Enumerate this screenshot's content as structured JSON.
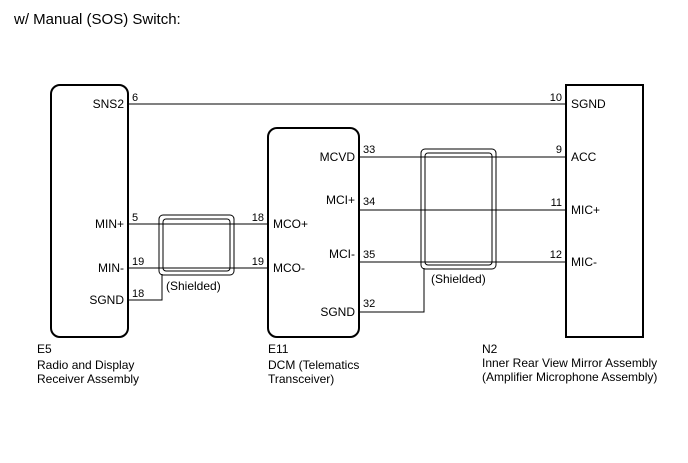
{
  "heading": "w/ Manual (SOS) Switch:",
  "components": {
    "e5": {
      "code": "E5",
      "name_line1": "Radio and Display",
      "name_line2": "Receiver Assembly",
      "pins": {
        "sns2": {
          "label": "SNS2",
          "number": "6"
        },
        "min_plus": {
          "label": "MIN+",
          "number": "5"
        },
        "min_minus": {
          "label": "MIN-",
          "number": "19"
        },
        "sgnd": {
          "label": "SGND",
          "number": "18"
        }
      }
    },
    "e11": {
      "code": "E11",
      "name_line1": "DCM (Telematics",
      "name_line2": "Transceiver)",
      "pins": {
        "mco_plus": {
          "label": "MCO+",
          "number": "18"
        },
        "mco_minus": {
          "label": "MCO-",
          "number": "19"
        },
        "mcvd": {
          "label": "MCVD",
          "number": "33"
        },
        "mci_plus": {
          "label": "MCI+",
          "number": "34"
        },
        "mci_minus": {
          "label": "MCI-",
          "number": "35"
        },
        "sgnd": {
          "label": "SGND",
          "number": "32"
        }
      }
    },
    "n2": {
      "code": "N2",
      "name_line1": "Inner Rear View Mirror Assembly",
      "name_line2": "(Amplifier Microphone Assembly)",
      "pins": {
        "sgnd": {
          "label": "SGND",
          "number": "10"
        },
        "acc": {
          "label": "ACC",
          "number": "9"
        },
        "mic_plus": {
          "label": "MIC+",
          "number": "11"
        },
        "mic_minus": {
          "label": "MIC-",
          "number": "12"
        }
      }
    }
  },
  "shield_notes": {
    "left": "(Shielded)",
    "right": "(Shielded)"
  }
}
